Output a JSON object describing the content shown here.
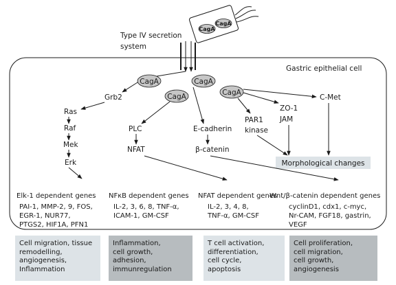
{
  "bacterium": {
    "cagA_1": "CagA",
    "cagA_2": "CagA"
  },
  "secretion_label": [
    "Type IV secretion",
    "system"
  ],
  "cell_label": "Gastric epithelial cell",
  "cagA_nodes": [
    "CagA",
    "CagA",
    "CagA",
    "CagA"
  ],
  "pathway_nodes": {
    "grb2": "Grb2",
    "ras": "Ras",
    "raf": "Raf",
    "mek": "Mek",
    "erk": "Erk",
    "plc": "PLC",
    "nfat": "NFAT",
    "ecadherin": "E-cadherin",
    "bcatenin": "β-catenin",
    "par1": [
      "PAR1",
      "kinase"
    ],
    "zo1": "ZO-1",
    "jam": "JAM",
    "cmet": "C-Met",
    "morph": "Morphological changes"
  },
  "gene_groups": [
    {
      "title": "Elk-1 dependent genes",
      "lines": [
        "PAI-1, MMP-2, 9, FOS,",
        "EGR-1, NUR77,",
        "PTGS2, HIF1A, PFN1"
      ]
    },
    {
      "title": "NFκB dependent genes",
      "lines": [
        "IL-2, 3, 6, 8, TNF-α,",
        "ICAM-1, GM-CSF"
      ]
    },
    {
      "title": "NFAT dependent genes",
      "lines": [
        "IL-2, 3, 4, 8,",
        "TNF-α, GM-CSF"
      ]
    },
    {
      "title": "Wnt/β-catenin dependent genes",
      "lines": [
        "cyclinD1, cdx1, c-myc,",
        "Nr-CAM, FGF18, gastrin,",
        "VEGF"
      ]
    }
  ],
  "outcomes": [
    "Cell migration, tissue\nremodelling,\nangiogenesis,\nInflammation",
    "Inflammation,\ncell growth,\nadhesion,\nimmunregulation",
    "T cell activation,\ndifferentiation,\ncell cycle,\napoptosis",
    "Cell proliferation,\ncell migration,\ncell growth,\nangiogenesis"
  ],
  "colors": {
    "light_box": "#dde3e7",
    "dark_box": "#b7bcbf",
    "cagA_fill": "#c6c6c6",
    "line": "#1a1a1a"
  }
}
